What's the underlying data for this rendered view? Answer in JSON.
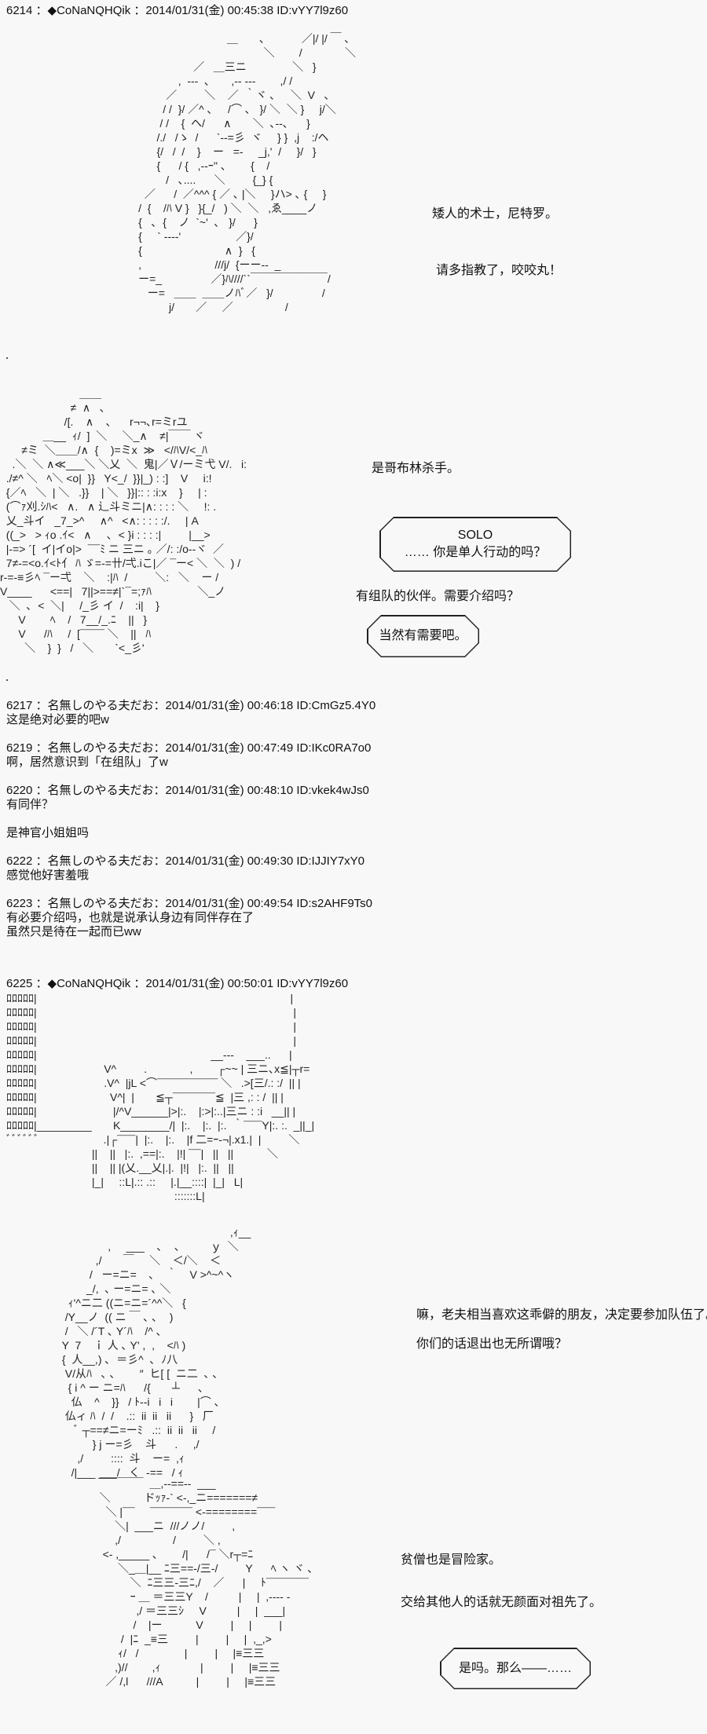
{
  "posts": [
    {
      "header": "6214 ：◆CoNaNQHQik ：2014/01/31(金) 00:45:38 ID:vYY7l9z60"
    },
    {
      "header": "6217 ：名無しのやる夫だお：2014/01/31(金) 00:46:18 ID:CmGz5.4Y0",
      "body": "这是绝对必要的吧w"
    },
    {
      "header": "6219 ：名無しのやる夫だお：2014/01/31(金) 00:47:49 ID:IKc0RA7o0",
      "body": "啊，居然意识到「在组队」了w"
    },
    {
      "header": "6220 ：名無しのやる夫だお：2014/01/31(金) 00:48:10 ID:vkek4wJs0",
      "body": "有同伴？",
      "body2": "是神官小姐姐吗"
    },
    {
      "header": "6222 ：名無しのやる夫だお：2014/01/31(金) 00:49:30 ID:IJJIY7xY0",
      "body": "感觉他好害羞哦"
    },
    {
      "header": "6223 ：名無しのやる夫だお：2014/01/31(金) 00:49:54 ID:s2AHF9Ts0",
      "body": "有必要介绍吗，也就是说承认身边有同伴存在了",
      "body2": "虽然只是待在一起而已ww"
    },
    {
      "header": "6225 ：◆CoNaNQHQik ：2014/01/31(金) 00:50:01 ID:vYY7l9z60"
    }
  ],
  "scene1": {
    "line1": "矮人的术士，尼特罗。",
    "line2": "请多指教了，咬咬丸！",
    "aa": [
      "                                              ＿       ､            ／|/ |/ ￣ ､",
      "                                                          ＼        /              ＼",
      "                                   ／   ＿三ニ               ＼   }",
      "                              ,  ---  ､       ,-- ---        ,/ /",
      "                          ／         ＼    ／  ｀ヾ ､     ＼  V   ､",
      "                         / /  }/ ／^ ､     /⌒ ､   }/ ＼  ＼ }     j/＼",
      "                        / /    {  ヘ/      ∧       ＼  ､--､      }",
      "                       /./   /ゝ  /      `--=彡  ヾ     } }  ,j    :/ヘ",
      "                       {/   /  /    }    ー   =-     _j,'  /     }/   }",
      "                       {      / {   ,--ｰ'' ､        {    /",
      "                          /   ､....      ＼         {_} {",
      "                   ／      /  ／^^^ { ／ ､ |＼     }ハ> ､ {     }",
      "                 /  {    /ﾊ V }   }{_/   ) ＼  ＼   ,ゑ____ノ",
      "                 {   ､  {    ノ  `~'  ､   }/      }",
      "                 {     ` ----'                  ／}/",
      "                 {                           ∧  }   {",
      "                 ,                        ///j/  {ーー--  _",
      "                 ー=_                ／}ﾊ////``￣￣￣￣￣￣￣/",
      "                    ー=   ＿＿  ＿＿ノﾊﾞ／   }/                /",
      "                           j/       ／     ／                 /"
    ]
  },
  "scene2": {
    "line1": "是哥布林杀手。",
    "bubble1_line1": "SOLO",
    "bubble1_line2": "…… 你是单人行动的吗？",
    "line2": "有组队的伙伴。需要介绍吗？",
    "bubble2": "当然有需要吧。",
    "aa": [
      "                          ＿＿",
      "                       ≠  ∧   ､",
      "                     /[.    ∧    ､      r¬¬､r=ミrユ",
      "              ＿__  ｨ/  ]  ＼     ＼_∧    ≠|￣￣ ヾ",
      "       ≠ミ  ＼＿＿/∧  {    )=ミx  ≫   </ﾊV/<_ﾊ",
      "    .＼  ＼ ∧≪___＼ ＼乂  ＼  鬼|／Ｖ/ーミ弋 V/.   i:",
      "  ./≠^ ＼   ﾍ＼ <o|  }}   Y<_/  }}|_) : :]    V     i:!",
      "  {／ﾍ   ＼  | ＼   .}}    | ＼   }}|:: : :i:x    }     | :",
      "  (⌒ｧ刈.ｼﾊ<   ∧.   ∧ 辶斗ミニ|∧: : : : ＼     !: .",
      "  乂_斗イ   _7_>^     ∧^   <∧: : : : :/.     | A",
      "  ((_>   > ｨo .ｲ<   ∧     ､  < }i : : : :|         |__>",
      "  |-=> ´[  イ|イo|>  ¯¯ﾐ ニ 三ニ ｡ ／/: :/o--ヾ  ／",
      "  7≠-=<o.ｲ<ﾄ亻 ﾊ ゞ=-=卄/弌.iこ|／ ¯ー< ＼  ＼  ) /",
      "r-=-≡彡ﾍ ¯ー弌    ＼    :|ﾊ  /         ＼:   ＼    ー /",
      "V____      <==|   7||>==≠|`¯=;ｧﾊ               ＼_ノ",
      "   ＼  ､  <  ＼|     /_彡 イ  /    :i|    }",
      "      V        ﾍ    /   7__/_.ﾆ    ||   }",
      "      V      /ﾊ     /  [¯¯¯¯ ＼    ||   ﾊ",
      "        ＼    }  }   /   ＼       `<_彡'"
    ]
  },
  "scene3": {
    "aa": [
      "ﾛﾛﾛﾛﾛ|                                                                                   |",
      "ﾛﾛﾛﾛﾛ|                                                                                    |",
      "ﾛﾛﾛﾛﾛ|                                                                                    |",
      "ﾛﾛﾛﾛﾛ|                                                                                    |",
      "ﾛﾛﾛﾛﾛ|                                                         __---    ___..      |",
      "ﾛﾛﾛﾛﾛ|                      V^         .              ,        ┌~~ | 三ニ､x≦|┬r=",
      "ﾛﾛﾛﾛﾛ|                      .V^  |jL <⌒¯¯¯¯¯¯¯¯¯¯ ＼   .>[三/.: :/  || |",
      "ﾛﾛﾛﾛﾛ|                        V^|  |       ≦┬¯¯¯¯¯¯¯≦  |三 ,: : /  || |",
      "ﾛﾛﾛﾛﾛ|                         |/^V______|>|:.    |:>|:..|三ニ : :i   __|| |",
      "ﾛﾛﾛﾛﾛ|_________       K________/|  |:.    |:.  |:.  ｀¯¯¯Y|:. :.  _||_|",
      "ﾞﾞﾞﾞﾞﾞ                     .|┌¯¯¯|  |:.    |:.    |f 二=ｰ-¬|.x1.|  |         ＼",
      "                            ||    ||   |:.  ,==|:.    |!| ¯¯|   ||   ||           ＼",
      "                            ||    || |(乂.__乂|.|.  |!|   |:.  ||   ||",
      "                            |_|     ::L|.:: .::     |.|__::::|  |_|   L|",
      "                                                       :::::::L|"
    ]
  },
  "scene4": {
    "line1": "嘛，老夫相当喜欢这乖僻的朋友，决定要参加队伍了。",
    "line2": "你们的话退出也无所谓哦？",
    "aa": [
      "                                                                 ,ｨ__",
      "                         ,     ___    ､    ､          ｙ  ＼",
      "                     ,/       ￣     ＼    ＜/＼    ＜",
      "                   /   ー=ニ=    ､    ｀    V >^~^ヽ",
      "                  _/,  ､ ー=ニ= ､ ＼",
      "            ｨ'^ニ二 ((ニ=ニ=´^^＼   {",
      "           /Y__ノ  (( ニ ￣ ､ ､    )",
      "           /   ＼ /´T ､ Y´ﾊ    /^ ､",
      "          Y  7    ｉ 人 ､ Y' ,  ,    <ﾊ )",
      "          {  人__,) ､  ＝彡^  ､  ﾉ八",
      "           V/从ﾊ   ､ ､        ″  ヒ[ [  ニ二  ､ ､",
      "            { i ^ ー ニ=ﾊ      /{       ┴      ､",
      "             仏    ^    }}   / ﾄ-‐i   i   i        |⌒ ､",
      "           仏ィ ﾊ  /  /    .::  ii  ii   ii      }   厂",
      "              ﾞ ┬==≠ニ=ーﾐ   .::  ii  ii   ii     /",
      "                    } j ー=彡    斗      .     ,/",
      "               ,/         ::::  斗    ー=  ,ｨ",
      "             /|___ ___/   く  -==   / ｨ"
    ]
  },
  "scene5": {
    "line1": "贫僧也是冒险家。",
    "line2": "交给其他人的话就无颜面对祖先了。",
    "bubble": "是吗。那么——……",
    "aa": [
      "            ￣￣￣￣  ＿,--==--  ___",
      "            ＼           ドｯｧ-` <-,_ニ=======≠",
      "              ＼ |¯¯     ¯¯¯¯¯¯¯ <-========¯¯¯",
      "                 ＼|  ___ニ  ///ノノ/         ,",
      "                 ,/                 /         ＼ ,",
      "             <- ,_____ ､        /|      /¯ ＼r┬=ﾆ",
      "                  ＼_＿|__ ﾆ三==-/三-/         Y      ﾍ ヽ ヾ ､",
      "                      ＼  ﾆ三三-三ﾆ,/    ／      |     ﾄ¯¯¯¯¯¯¯",
      "                      ｰ ＿ ＝三三Y    /          |     |  ,---- -",
      "                        ,/ ＝三三ｼ     V          |     |  ___|",
      "                       /    |ー           V         |     |         |",
      "                   /  |ﾆ  _≡三         |         |     |  ,_,>",
      "                  ｨ/   /               |         |     |≡三三",
      "                 ,)//        ,ｨ             |         |     |≡三三",
      "              ／ /,l      ///A           |         |     |≡三三"
    ]
  }
}
